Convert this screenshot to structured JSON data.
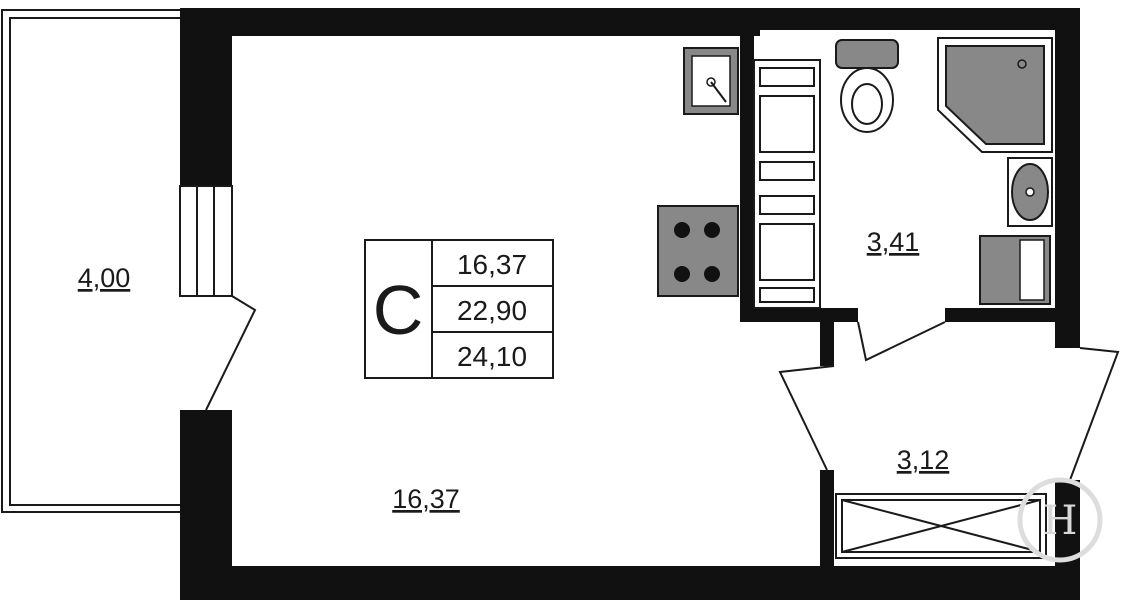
{
  "plan": {
    "legend": {
      "type_letter": "С",
      "values": [
        "16,37",
        "22,90",
        "24,10"
      ]
    },
    "rooms": {
      "balcony": {
        "area": "4,00"
      },
      "living": {
        "area": "16,37"
      },
      "bathroom": {
        "area": "3,41"
      },
      "hall": {
        "area": "3,12"
      }
    },
    "watermark": {
      "text": "Н"
    },
    "colors": {
      "wall": "#111111",
      "fixture": "#888888",
      "line": "#1a1a1a",
      "background": "#ffffff"
    }
  }
}
